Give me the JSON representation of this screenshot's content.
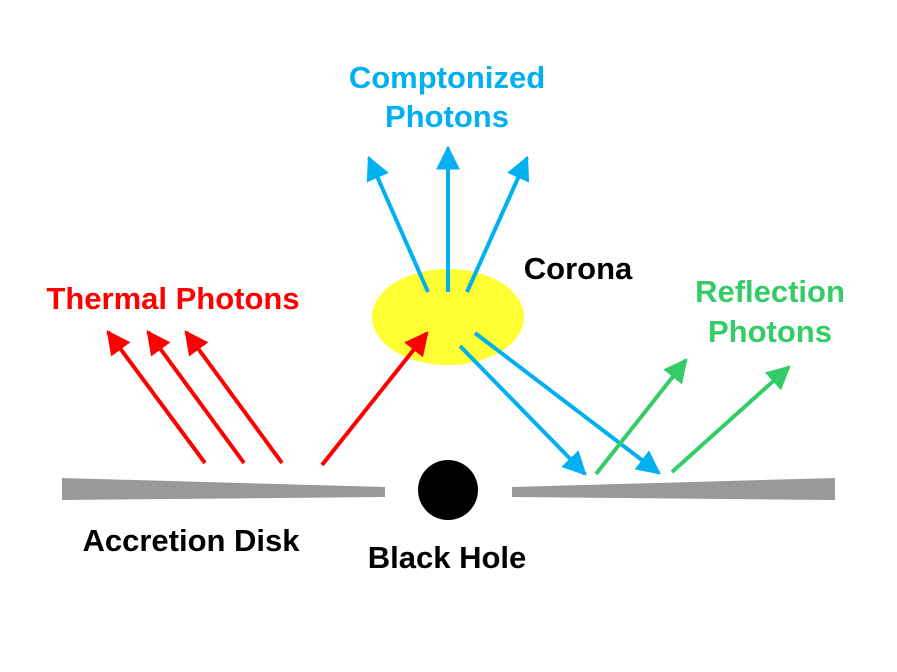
{
  "labels": {
    "comptonized_line1": "Comptonized",
    "comptonized_line2": "Photons",
    "corona": "Corona",
    "thermal": "Thermal Photons",
    "reflection_line1": "Reflection",
    "reflection_line2": "Photons",
    "accretion_disk": "Accretion Disk",
    "black_hole": "Black Hole"
  },
  "colors": {
    "thermal": "#ff0000",
    "comptonized": "#00b0f0",
    "reflection": "#33cc66",
    "corona": "#ffff33",
    "disk": "#999999",
    "black_hole": "#000000",
    "text_dark": "#000000"
  }
}
